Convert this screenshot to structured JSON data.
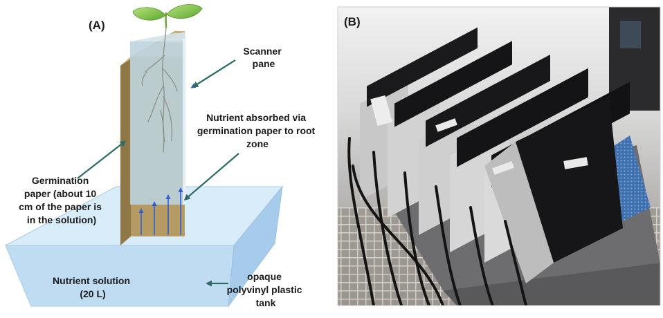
{
  "panel_a": {
    "label": "(A)",
    "scanner_pane": [
      "Scanner",
      "pane"
    ],
    "nutrient_absorbed": [
      "Nutrient absorbed via",
      "germination paper to root",
      "zone"
    ],
    "germination_paper": [
      "Germination",
      "paper (about 10",
      "cm of the paper is",
      "in the solution)"
    ],
    "nutrient_solution": [
      "Nutrient solution",
      "(20 L)"
    ],
    "tank": [
      "opaque",
      "polyvinyl plastic",
      "tank"
    ]
  },
  "panel_b": {
    "label": "(B)"
  },
  "colors": {
    "tank_front": "#bfdcf3",
    "tank_top": "#d9ecfa",
    "paper": "#b69a63",
    "pane": "#b7cfd9",
    "arrow": "#2f6b66",
    "flow": "#2f5fd1",
    "leaf": "#7cc24a"
  }
}
